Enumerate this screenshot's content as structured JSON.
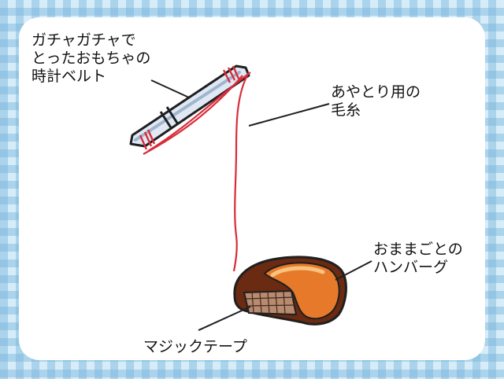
{
  "labels": {
    "belt": "ガチャガチャで\nとったおもちゃの\n時計ベルト",
    "yarn": "あやとり用の\n毛糸",
    "hamburger": "おままごとの\nハンバーグ",
    "velcro": "マジックテープ"
  }
}
